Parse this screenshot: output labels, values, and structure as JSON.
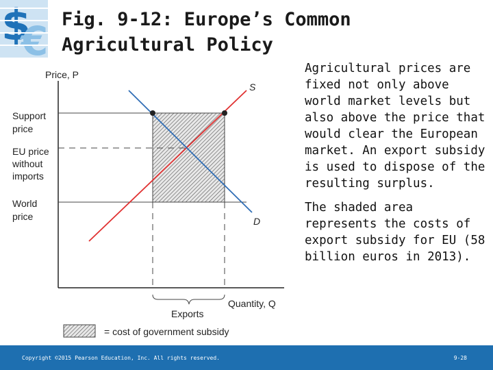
{
  "slide": {
    "title_lines": [
      "Fig. 9-12: Europe’s Common",
      "Agricultural Policy"
    ],
    "description": [
      "Agricultural prices are fixed not only above world market levels but also above the price that would clear the European market. An export subsidy is used to dispose of the resulting surplus.",
      "The shaded area represents the costs of export subsidy for EU (58 billion euros in 2013)."
    ]
  },
  "figure": {
    "y_axis_label": "Price, P",
    "x_axis_label": "Quantity, Q",
    "supply_label": "S",
    "demand_label": "D",
    "price_labels": {
      "support": [
        "Support",
        "price"
      ],
      "eu": [
        "EU price",
        "without",
        "imports"
      ],
      "world": [
        "World",
        "price"
      ]
    },
    "exports_label": "Exports",
    "legend_label": "= cost of government subsidy",
    "colors": {
      "supply": "#e03030",
      "demand": "#2f6db5",
      "dots": "#222222"
    }
  },
  "footer": {
    "copyright": "Copyright ©2015 Pearson Education, Inc. All rights reserved.",
    "page": "9-28",
    "background": "#1e6fb0"
  }
}
